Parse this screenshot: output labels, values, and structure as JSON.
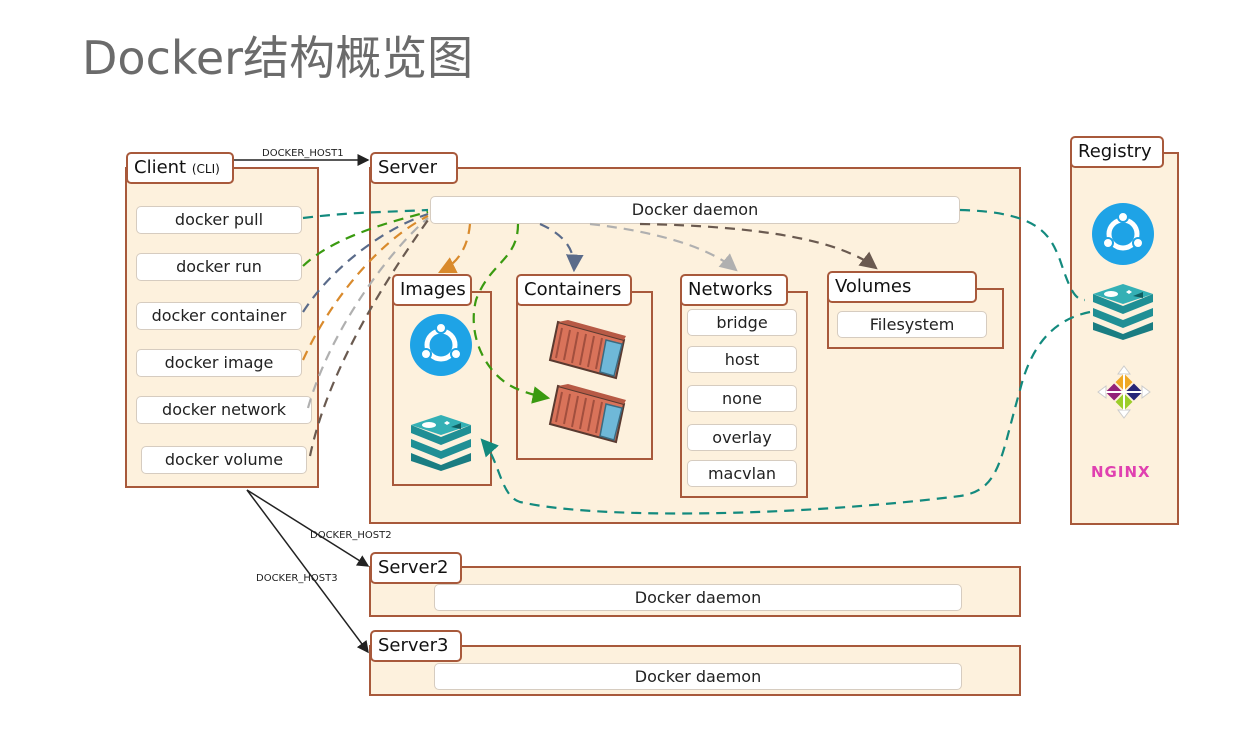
{
  "title": "Docker结构概览图",
  "client": {
    "title": "Client",
    "subtitle": "(CLI)",
    "commands": [
      "docker pull",
      "docker run",
      "docker container",
      "docker image",
      "docker network",
      "docker volume"
    ]
  },
  "links": {
    "host1": "DOCKER_HOST1",
    "host2": "DOCKER_HOST2",
    "host3": "DOCKER_HOST3"
  },
  "server": {
    "title": "Server",
    "daemon": "Docker daemon",
    "images": {
      "title": "Images",
      "icons": [
        "ubuntu-icon",
        "redis-icon"
      ]
    },
    "containers": {
      "title": "Containers",
      "icons": [
        "container-icon",
        "container-icon"
      ]
    },
    "networks": {
      "title": "Networks",
      "items": [
        "bridge",
        "host",
        "none",
        "overlay",
        "macvlan"
      ]
    },
    "volumes": {
      "title": "Volumes",
      "items": [
        "Filesystem"
      ]
    }
  },
  "server2": {
    "title": "Server2",
    "daemon": "Docker daemon"
  },
  "server3": {
    "title": "Server3",
    "daemon": "Docker daemon"
  },
  "registry": {
    "title": "Registry",
    "icons": [
      "ubuntu-icon",
      "redis-icon",
      "centos-icon",
      "nginx-icon"
    ],
    "nginx_label": "NGINX"
  },
  "colors": {
    "box_fill": "#fdf1dd",
    "box_border": "#a8593b",
    "teal": "#138a7e",
    "green": "#3a9a10",
    "orange": "#d98a2c",
    "slate": "#5a6b8a",
    "light_gray": "#b0b0b0",
    "dark_gray": "#6a5a50",
    "ubuntu_blue": "#1ea3e6",
    "redis_teal": "#1f8f95"
  }
}
